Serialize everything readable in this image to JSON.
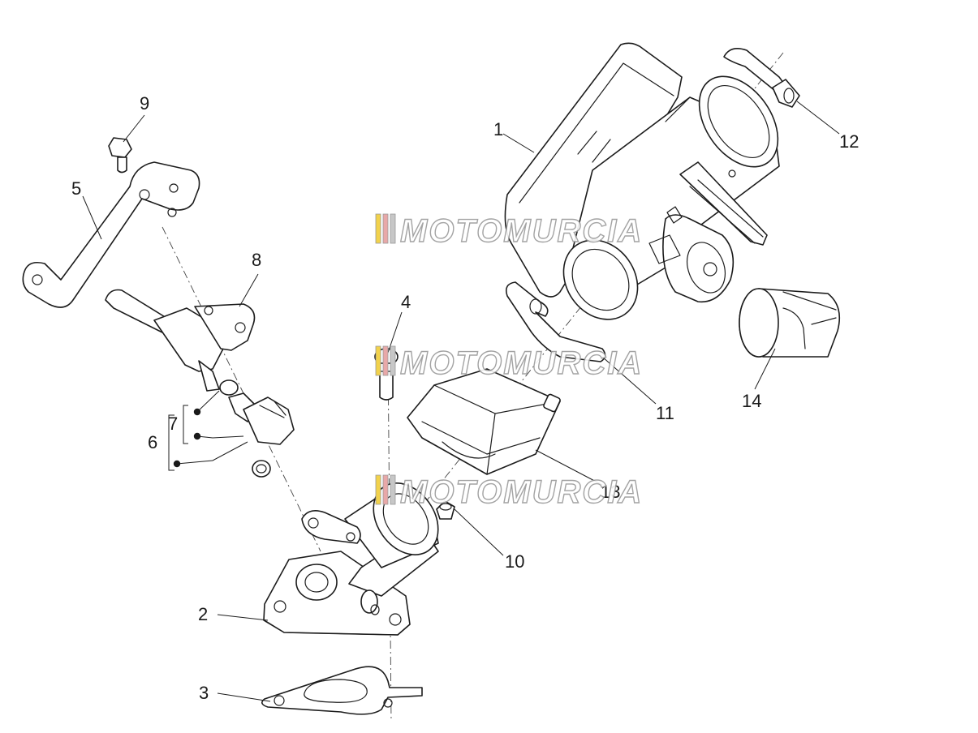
{
  "diagram": {
    "callouts": {
      "c1": "1",
      "c2": "2",
      "c3": "3",
      "c4": "4",
      "c5": "5",
      "c6": "6",
      "c7": "7",
      "c8": "8",
      "c9": "9",
      "c10": "10",
      "c11": "11",
      "c12": "12",
      "c13": "13",
      "c14": "14"
    },
    "watermark": "MOTOMURCIA",
    "watermark_colors": [
      "#f2d24b",
      "#e8a8a8",
      "#c7c7c7"
    ]
  }
}
